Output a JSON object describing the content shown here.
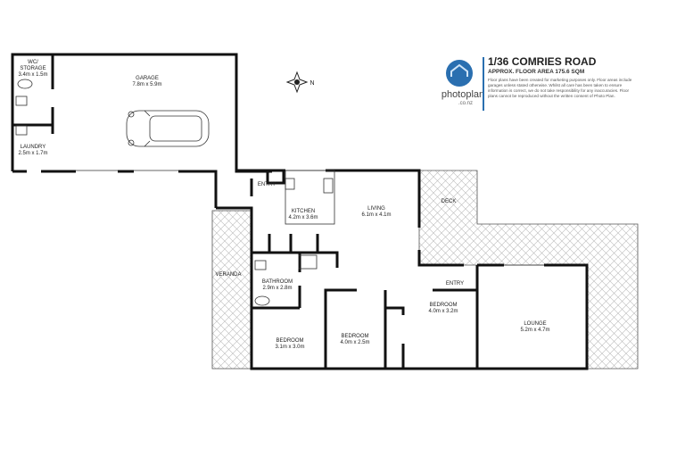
{
  "header": {
    "address": "1/36 COMRIES ROAD",
    "floor_area": "APPROX. FLOOR AREA 175.6 SQM",
    "disclaimer": "Floor plans have been created for marketing purposes only. Floor areas include garages unless stated otherwise. Whilst all care has been taken to ensure information is correct, we do not take responsibility for any inaccuracies. Floor plans cannot be reproduced without the written consent of Photo Plan.",
    "brand": "photoplan",
    "brand_domain": ".co.nz",
    "accent_color": "#2a6fb0"
  },
  "rooms": {
    "wc": {
      "name": "WC/\nSTORAGE",
      "name1": "WC/",
      "name2": "STORAGE",
      "size": "3.4m x 1.5m"
    },
    "garage": {
      "name": "GARAGE",
      "size": "7.8m x 5.9m"
    },
    "laundry": {
      "name": "LAUNDRY",
      "size": "2.5m x 1.7m"
    },
    "entry_top": {
      "name": "ENTRY"
    },
    "kitchen": {
      "name": "KITCHEN",
      "size": "4.2m x 3.6m"
    },
    "living": {
      "name": "LIVING",
      "size": "6.1m x 4.1m"
    },
    "deck": {
      "name": "DECK"
    },
    "veranda": {
      "name": "VERANDA"
    },
    "bathroom": {
      "name": "BATHROOM",
      "size": "2.9m x 2.8m"
    },
    "entry_mid": {
      "name": "ENTRY"
    },
    "bedroom1": {
      "name": "BEDROOM",
      "size": "3.1m x 3.0m"
    },
    "bedroom2": {
      "name": "BEDROOM",
      "size": "4.0m x 2.5m"
    },
    "bedroom3": {
      "name": "BEDROOM",
      "size": "4.0m x 3.2m"
    },
    "lounge": {
      "name": "LOUNGE",
      "size": "5.2m x 4.7m"
    }
  },
  "icons": {
    "compass": "compass-rose-icon",
    "logo": "house-globe-logo",
    "car": "car-icon"
  }
}
